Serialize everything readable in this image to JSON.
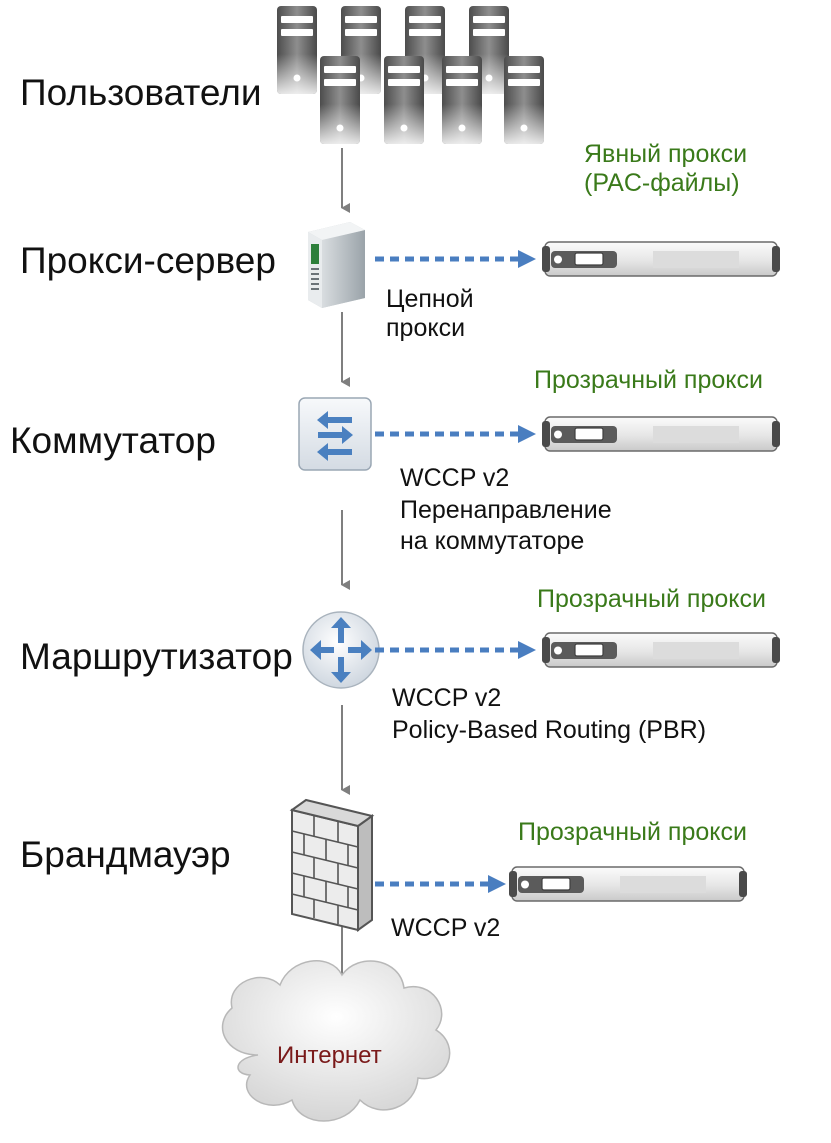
{
  "nodes": {
    "users": "Пользователи",
    "proxy_server": "Прокси-сервер",
    "switch": "Коммутатор",
    "router": "Маршрутизатор",
    "firewall": "Брандмауэр",
    "internet": "Интернет"
  },
  "side_notes": {
    "explicit_proxy": [
      "Явный прокси",
      "(PAC-файлы)"
    ],
    "chained_proxy": [
      "Цепной",
      "прокси"
    ],
    "transparent_proxy": "Прозрачный прокси",
    "switch_method": [
      "WCCP v2",
      "Перенаправление",
      "на коммутаторе"
    ],
    "router_method": [
      "WCCP v2",
      "Policy-Based Routing (PBR)"
    ],
    "firewall_method": "WCCP v2"
  },
  "colors": {
    "accent_green": "#3a7a1a",
    "internet_text": "#7a1a1a",
    "dotted_arrow": "#4a7ec0",
    "flow_arrow": "#7f7f7f"
  },
  "icons": {
    "users": "server-tower-icon",
    "proxy_server": "server-tower-icon",
    "switch": "network-switch-icon",
    "router": "router-icon",
    "firewall": "firewall-brick-icon",
    "internet": "cloud-icon",
    "appliance": "rack-appliance-icon"
  }
}
